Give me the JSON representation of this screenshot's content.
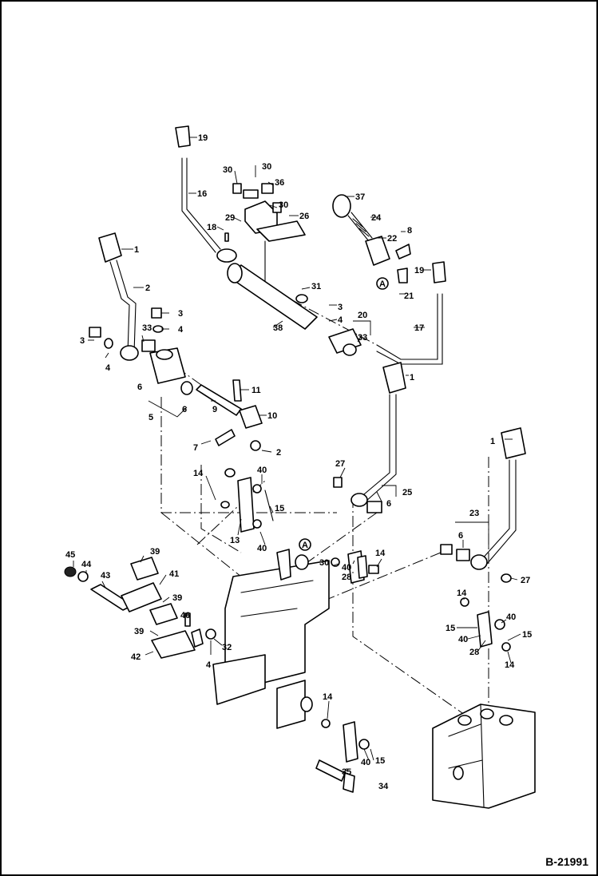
{
  "reference_code": "B-21991",
  "callout_circle_letter": "A",
  "callouts": [
    {
      "id": "c19a",
      "text": "19"
    },
    {
      "id": "c16",
      "text": "16"
    },
    {
      "id": "c18",
      "text": "18"
    },
    {
      "id": "c30a",
      "text": "30"
    },
    {
      "id": "c30b",
      "text": "30"
    },
    {
      "id": "c36",
      "text": "36"
    },
    {
      "id": "c30c",
      "text": "30"
    },
    {
      "id": "c29",
      "text": "29"
    },
    {
      "id": "c26",
      "text": "26"
    },
    {
      "id": "c37",
      "text": "37"
    },
    {
      "id": "c24",
      "text": "24"
    },
    {
      "id": "c8",
      "text": "8"
    },
    {
      "id": "c22",
      "text": "22"
    },
    {
      "id": "c19b",
      "text": "19"
    },
    {
      "id": "c21",
      "text": "21"
    },
    {
      "id": "c1a",
      "text": "1"
    },
    {
      "id": "c2a",
      "text": "2"
    },
    {
      "id": "c31",
      "text": "31"
    },
    {
      "id": "c3a",
      "text": "3"
    },
    {
      "id": "c3b",
      "text": "3"
    },
    {
      "id": "c4a",
      "text": "4"
    },
    {
      "id": "c4b",
      "text": "4"
    },
    {
      "id": "c20",
      "text": "20"
    },
    {
      "id": "c38",
      "text": "38"
    },
    {
      "id": "c33a",
      "text": "33"
    },
    {
      "id": "c33b",
      "text": "33"
    },
    {
      "id": "c3c",
      "text": "3"
    },
    {
      "id": "c4c",
      "text": "4"
    },
    {
      "id": "c17",
      "text": "17"
    },
    {
      "id": "c1b",
      "text": "1"
    },
    {
      "id": "c11",
      "text": "11"
    },
    {
      "id": "c6a",
      "text": "6"
    },
    {
      "id": "c6b",
      "text": "6"
    },
    {
      "id": "c5",
      "text": "5"
    },
    {
      "id": "c9",
      "text": "9"
    },
    {
      "id": "c10",
      "text": "10"
    },
    {
      "id": "c7",
      "text": "7"
    },
    {
      "id": "c2b",
      "text": "2"
    },
    {
      "id": "c1c",
      "text": "1"
    },
    {
      "id": "c27a",
      "text": "27"
    },
    {
      "id": "c40a",
      "text": "40"
    },
    {
      "id": "c14a",
      "text": "14"
    },
    {
      "id": "c25",
      "text": "25"
    },
    {
      "id": "c6c",
      "text": "6"
    },
    {
      "id": "c15a",
      "text": "15"
    },
    {
      "id": "c13",
      "text": "13"
    },
    {
      "id": "c40b",
      "text": "40"
    },
    {
      "id": "c23",
      "text": "23"
    },
    {
      "id": "c6d",
      "text": "6"
    },
    {
      "id": "c45",
      "text": "45"
    },
    {
      "id": "c44",
      "text": "44"
    },
    {
      "id": "c39a",
      "text": "39"
    },
    {
      "id": "c43",
      "text": "43"
    },
    {
      "id": "c41",
      "text": "41"
    },
    {
      "id": "c39b",
      "text": "39"
    },
    {
      "id": "c30d",
      "text": "30"
    },
    {
      "id": "c40c",
      "text": "40"
    },
    {
      "id": "c14b",
      "text": "14"
    },
    {
      "id": "c28a",
      "text": "28"
    },
    {
      "id": "c27b",
      "text": "27"
    },
    {
      "id": "c46",
      "text": "46"
    },
    {
      "id": "c39c",
      "text": "39"
    },
    {
      "id": "c32",
      "text": "32"
    },
    {
      "id": "c42",
      "text": "42"
    },
    {
      "id": "c4d",
      "text": "4"
    },
    {
      "id": "c14c",
      "text": "14"
    },
    {
      "id": "c15b",
      "text": "15"
    },
    {
      "id": "c40d",
      "text": "40"
    },
    {
      "id": "c40e",
      "text": "40"
    },
    {
      "id": "c15c",
      "text": "15"
    },
    {
      "id": "c28b",
      "text": "28"
    },
    {
      "id": "c14d",
      "text": "14"
    },
    {
      "id": "c14e",
      "text": "14"
    },
    {
      "id": "c40f",
      "text": "40"
    },
    {
      "id": "c15d",
      "text": "15"
    },
    {
      "id": "c35",
      "text": "35"
    },
    {
      "id": "c34",
      "text": "34"
    }
  ]
}
